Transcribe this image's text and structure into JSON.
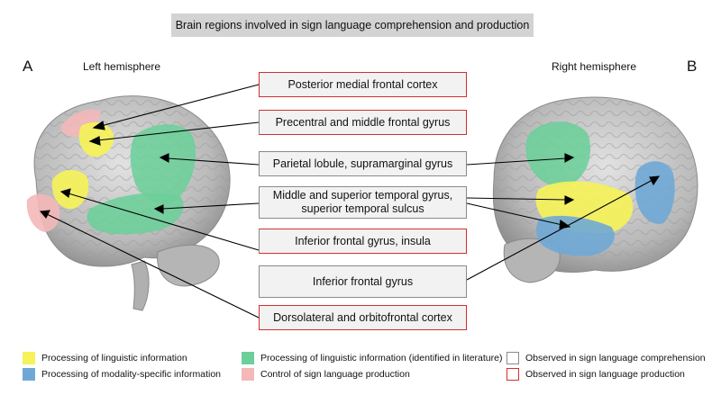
{
  "title": "Brain regions involved in sign language comprehension and production",
  "panels": {
    "left": {
      "letter": "A",
      "label": "Left hemisphere"
    },
    "right": {
      "letter": "B",
      "label": "Right hemisphere"
    }
  },
  "regions": [
    {
      "label": "Posterior medial frontal cortex",
      "status": "production"
    },
    {
      "label": "Precentral and middle frontal gyrus",
      "status": "both"
    },
    {
      "label": "Parietal lobule, supramarginal gyrus",
      "status": "comprehension"
    },
    {
      "label": "Middle and superior temporal gyrus,\nsuperior temporal sulcus",
      "status": "comprehension"
    },
    {
      "label": "Inferior frontal gyrus, insula",
      "status": "both"
    },
    {
      "label": "Inferior frontal gyrus",
      "status": "comprehension"
    },
    {
      "label": "Dorsolateral and orbitofrontal cortex",
      "status": "production"
    }
  ],
  "legend": [
    {
      "label": "Processing of linguistic information",
      "color": "#f5f25a",
      "kind": "fill"
    },
    {
      "label": "Processing of modality-specific information",
      "color": "#6fa8d6",
      "kind": "fill"
    },
    {
      "label": "Processing of linguistic information (identified in literature)",
      "color": "#6ccf9a",
      "kind": "fill"
    },
    {
      "label": "Control of sign language production",
      "color": "#f4b8b8",
      "kind": "fill"
    },
    {
      "label": "Observed in sign language comprehension",
      "color": "#8a8a8a",
      "kind": "outline"
    },
    {
      "label": "Observed in sign language production",
      "color": "#d32f2f",
      "kind": "outline"
    }
  ],
  "colors": {
    "yellow": "#f5f25a",
    "blue": "#6fa8d6",
    "green": "#6ccf9a",
    "pink": "#f4b8b8",
    "outline_comprehension": "#8a8a8a",
    "outline_production": "#d32f2f",
    "brain": "#c8c8c8"
  }
}
